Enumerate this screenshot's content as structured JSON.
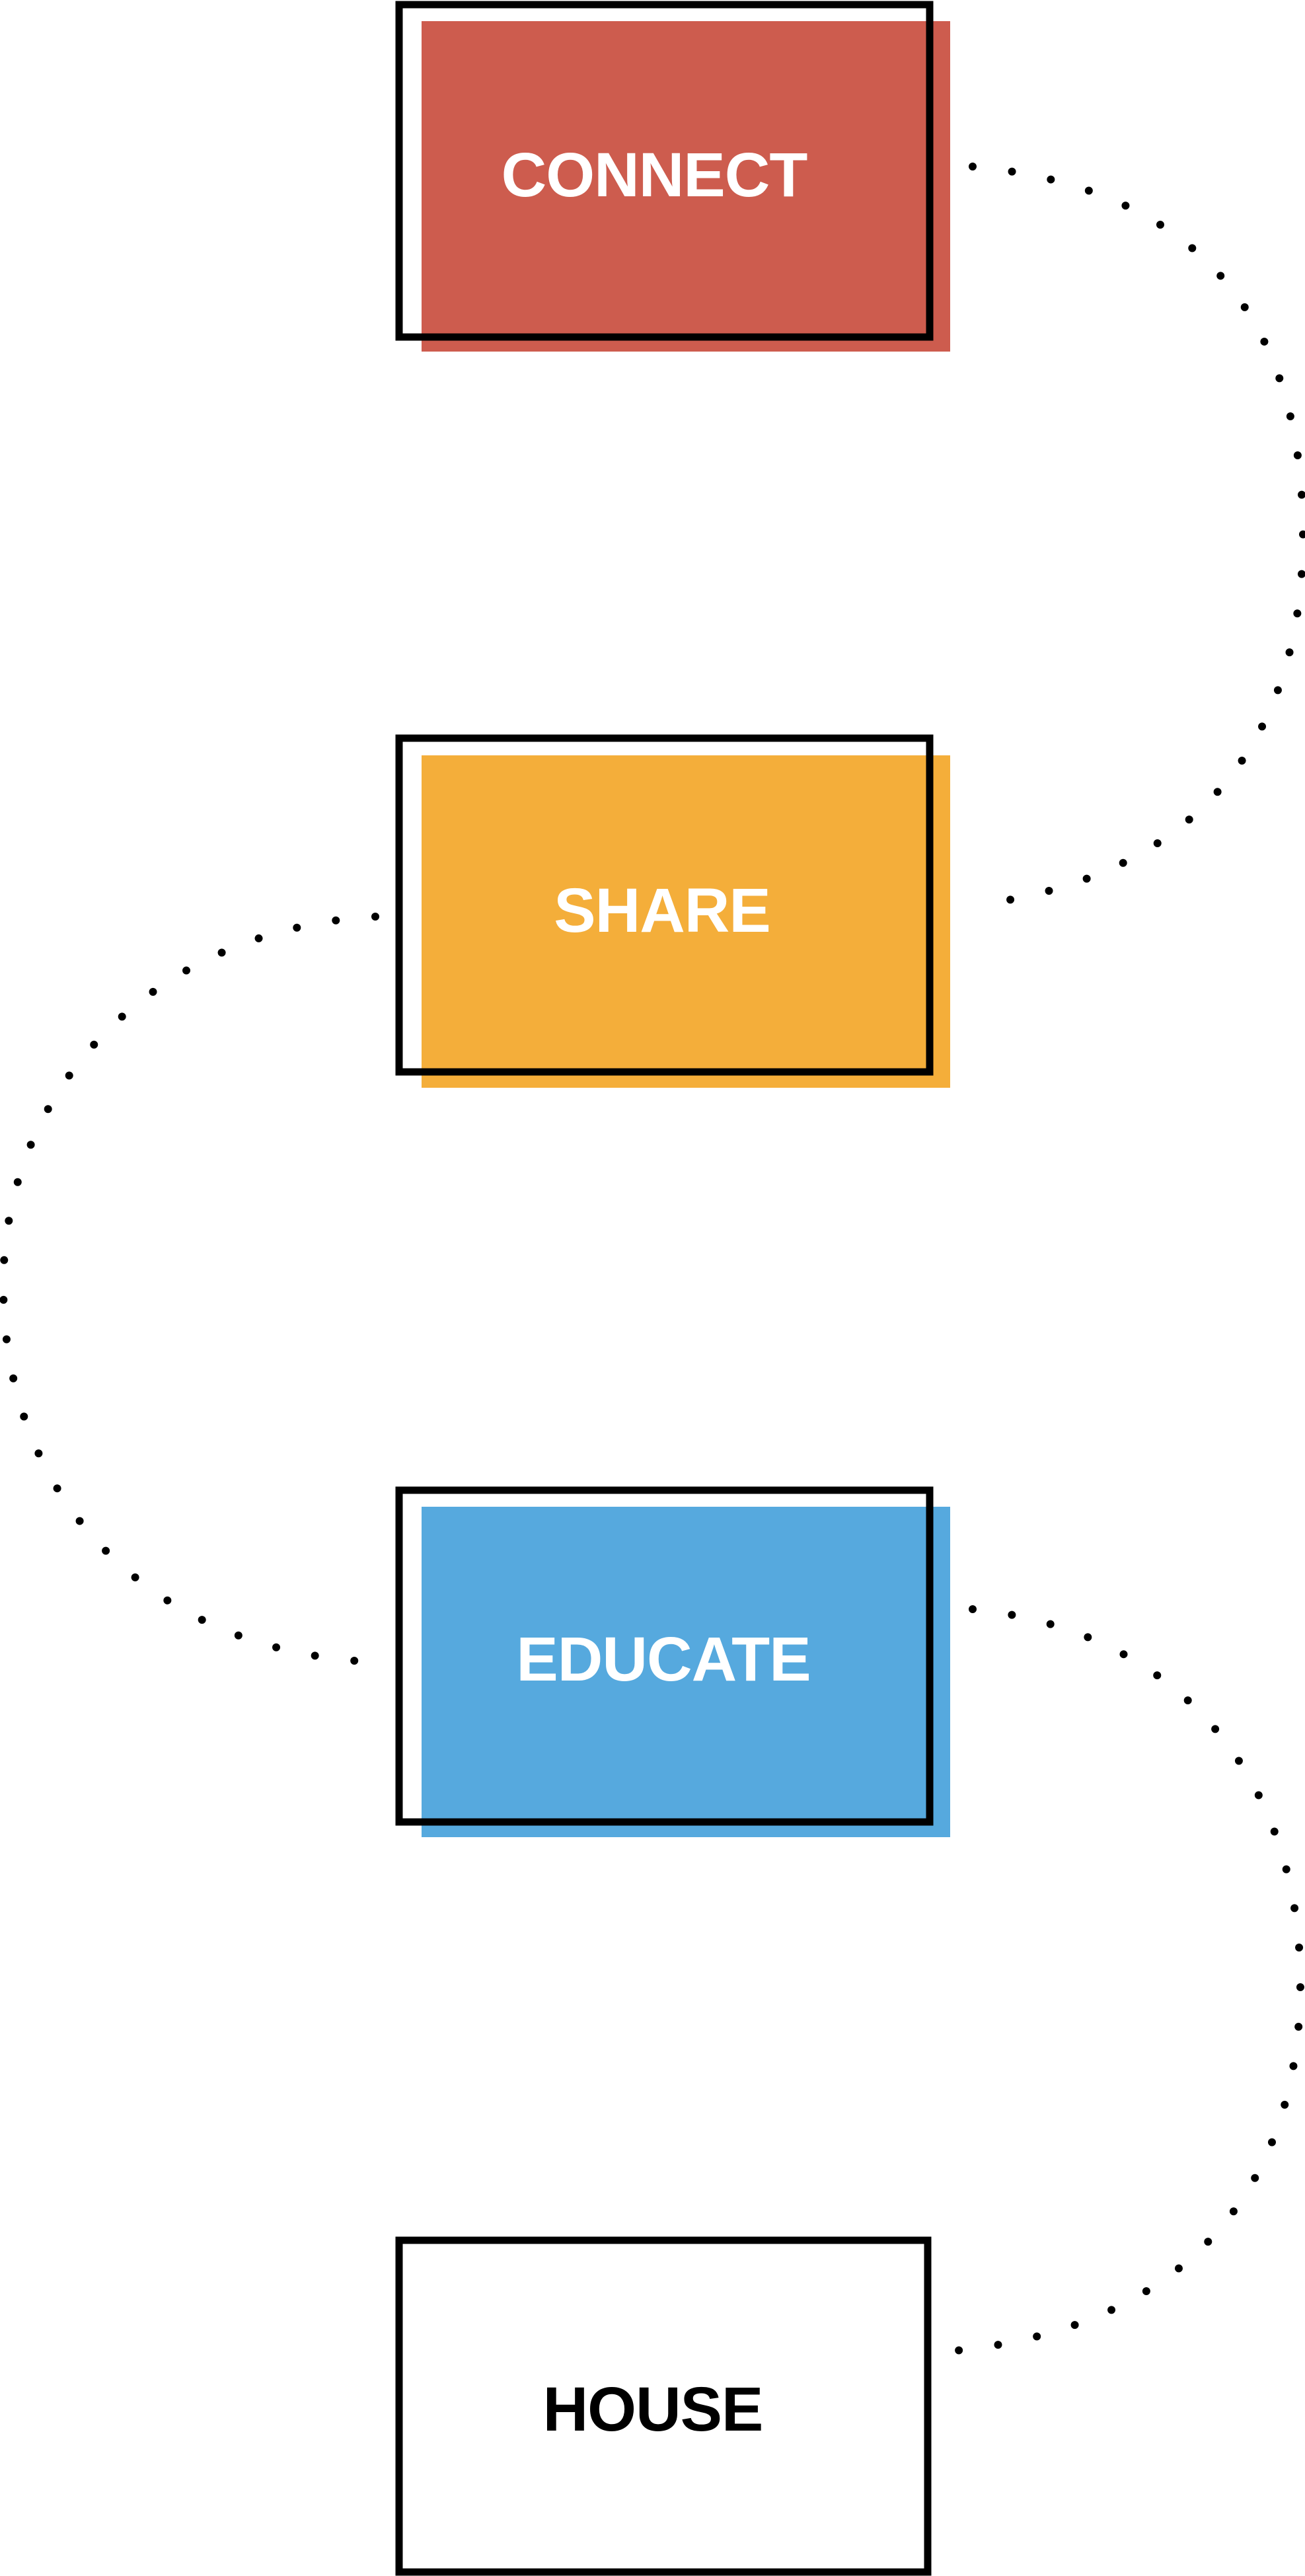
{
  "diagram": {
    "steps": [
      {
        "id": "connect",
        "label": "CONNECT",
        "fill": "#CD5C4E",
        "text_color": "#FFFFFF"
      },
      {
        "id": "share",
        "label": "SHARE",
        "fill": "#F4AE3A",
        "text_color": "#FFFFFF"
      },
      {
        "id": "educate",
        "label": "EDUCATE",
        "fill": "#56A9DE",
        "text_color": "#FFFFFF"
      },
      {
        "id": "house",
        "label": "HOUSE",
        "fill": null,
        "text_color": "#000000"
      }
    ],
    "connector_style": "dotted",
    "outline_color": "#000000"
  }
}
